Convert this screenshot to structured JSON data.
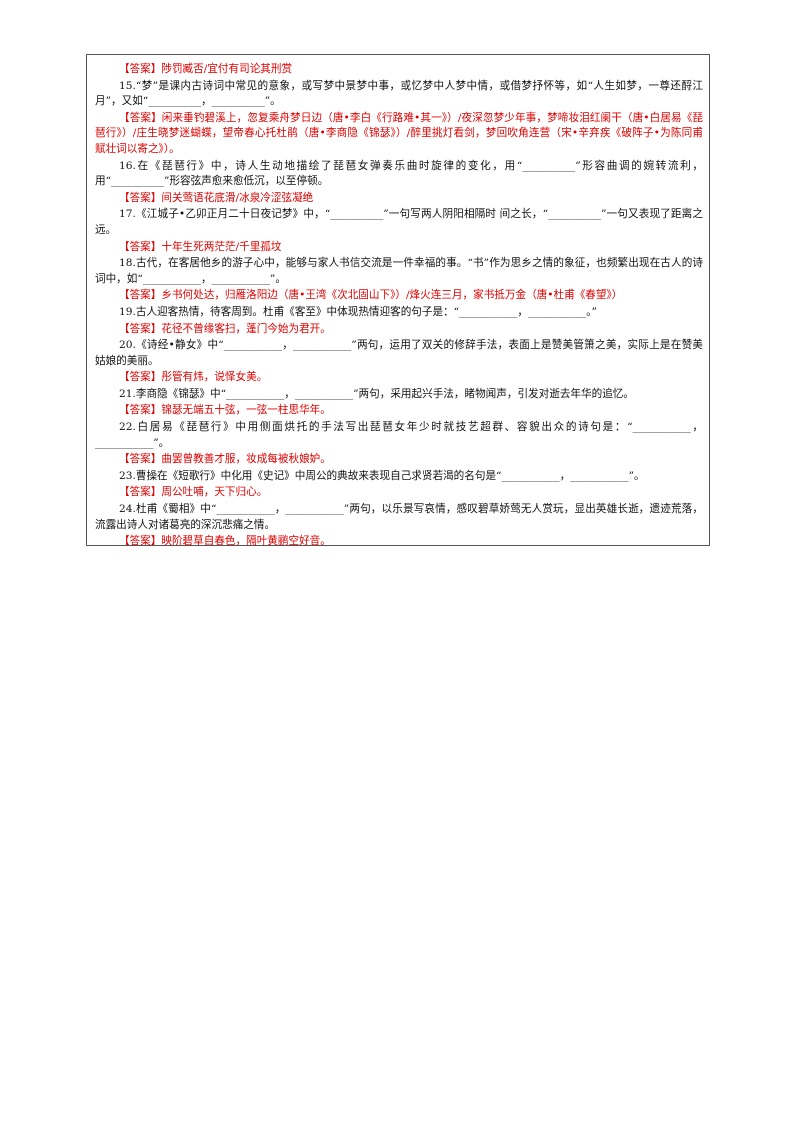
{
  "answer_tag": "【答案】",
  "items": [
    {
      "q": "",
      "a": "陟罚臧否/宜付有司论其刑赏"
    },
    {
      "q": "15.“梦”是课内古诗词中常见的意象，或写梦中景梦中事，或忆梦中人梦中情，或借梦抒怀等，如“人生如梦，一尊还酹江月”，又如“__________，__________”。",
      "a": "闲来垂钓碧溪上，忽复乘舟梦日边（唐•李白《行路难•其一》）/夜深忽梦少年事，梦啼妆泪红阑干（唐•白居易《琵琶行》）/庄生晓梦迷蝴蝶，望帝春心托杜鹃（唐•李商隐《锦瑟》）/醉里挑灯看剑，梦回吹角连营（宋•辛弃疾《破阵子•为陈同甫赋壮词以寄之》）。"
    },
    {
      "q": "16.在《琵琶行》中，诗人生动地描绘了琵琶女弹奏乐曲时旋律的变化，用“__________”形容曲调的婉转流利，用“__________”形容弦声愈来愈低沉，以至停顿。",
      "a": "间关莺语花底滑/冰泉冷涩弦凝绝"
    },
    {
      "q": "17.《江城子•乙卯正月二十日夜记梦》中，“__________”一句写两人阴阳相隔时 间之长，“__________”一句又表现了距离之远。",
      "a": "十年生死两茫茫/千里孤坟"
    },
    {
      "q": "18.古代，在客居他乡的游子心中，能够与家人书信交流是一件幸福的事。“书”作为思乡之情的象征，也频繁出现在古人的诗词中，如“___________，___________”。",
      "a": "乡书何处达，归雁洛阳边（唐•王湾《次北固山下》）/烽火连三月，家书抵万金（唐•杜甫《春望》）"
    },
    {
      "q": "19.古人迎客热情，待客周到。杜甫《客至》中体现热情迎客的句子是：“___________，___________。”",
      "a": "花径不曾缘客扫，蓬门今始为君开。"
    },
    {
      "q": "20.《诗经•静女》中“___________，___________”两句，运用了双关的修辞手法，表面上是赞美管箫之美，实际上是在赞美姑娘的美丽。",
      "a": "彤管有炜，说怿女美。"
    },
    {
      "q": "21.李商隐《锦瑟》中“___________，___________”两句，采用起兴手法，睹物闻声，引发对逝去年华的追忆。",
      "a": "锦瑟无端五十弦，一弦一柱思华年。"
    },
    {
      "q": "22.白居易《琵琶行》中用侧面烘托的手法写出琵琶女年少时就技艺超群、容貌出众的诗句是：“___________，___________”。",
      "a": "曲罢曾教善才服，妆成每被秋娘妒。"
    },
    {
      "q": "23.曹操在《短歌行》中化用《史记》中周公的典故来表现自己求贤若渴的名句是“___________，___________”。",
      "a": "周公吐哺，天下归心。"
    },
    {
      "q": "24.杜甫《蜀相》中“___________，___________”两句，以乐景写哀情，感叹碧草娇莺无人赏玩，显出英雄长逝，遗迹荒落，流露出诗人对诸葛亮的深沉悲痛之情。",
      "a": "映阶碧草自春色，隔叶黄鹂空好音。"
    }
  ]
}
